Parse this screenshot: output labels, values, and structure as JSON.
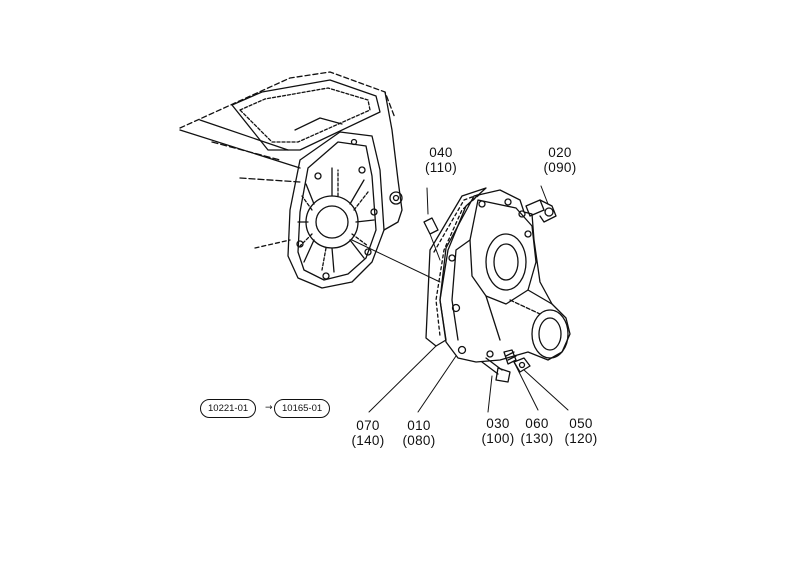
{
  "parts": [
    {
      "id": "040",
      "alt": "(110)"
    },
    {
      "id": "020",
      "alt": "(090)"
    },
    {
      "id": "070",
      "alt": "(140)"
    },
    {
      "id": "010",
      "alt": "(080)"
    },
    {
      "id": "030",
      "alt": "(100)"
    },
    {
      "id": "060",
      "alt": "(130)"
    },
    {
      "id": "050",
      "alt": "(120)"
    }
  ],
  "reference": {
    "from": "10221-01",
    "to": "10165-01"
  },
  "colors": {
    "ink": "#111111",
    "paper": "#ffffff"
  }
}
